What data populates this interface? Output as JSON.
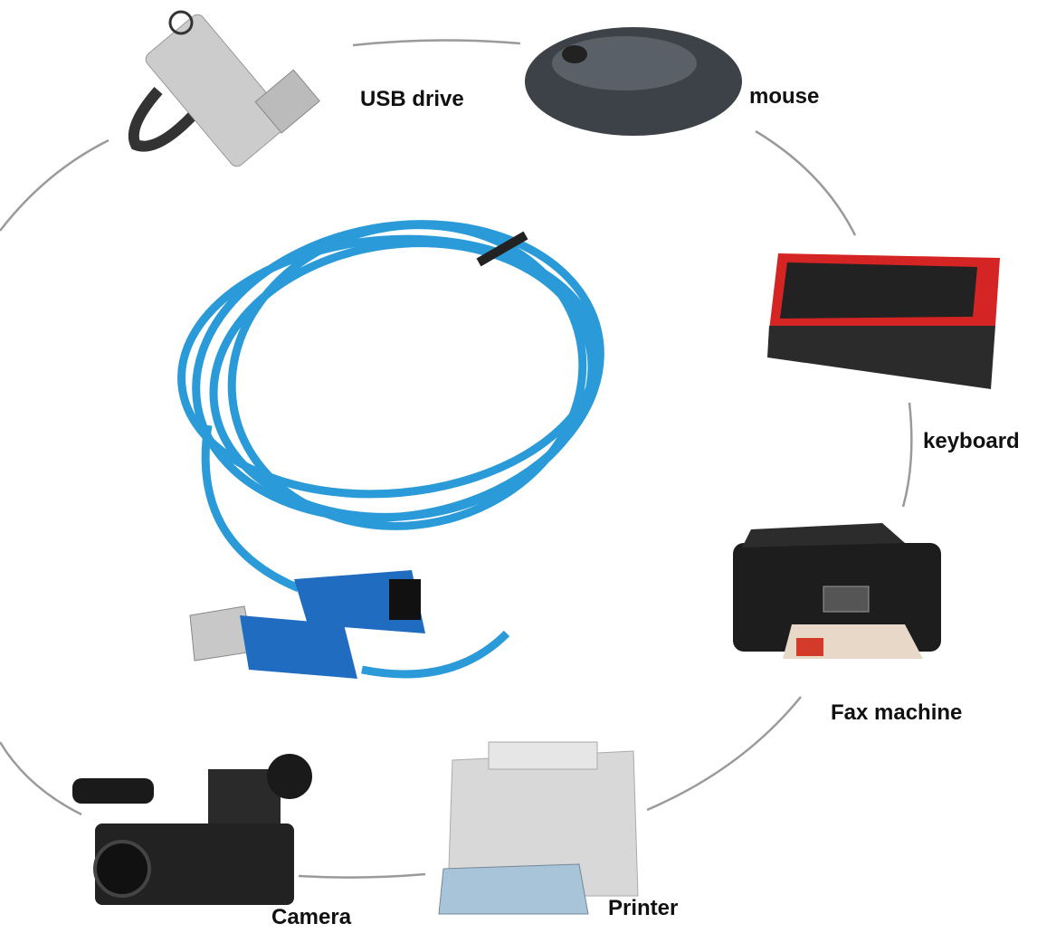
{
  "labels": {
    "usb_drive": "USB drive",
    "mouse": "mouse",
    "keyboard": "keyboard",
    "fax_machine": "Fax machine",
    "printer": "Printer",
    "camera": "Camera"
  },
  "colors": {
    "cable": "#2a9ad8",
    "connector": "#1f6cc0",
    "keyboard_frame": "#d42424",
    "connection_line": "#9a9a9a"
  }
}
